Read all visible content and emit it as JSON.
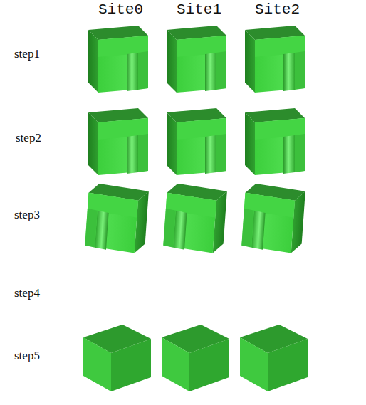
{
  "diagram": {
    "labels": [
      "Site0",
      "Site1",
      "Site2",
      "step1",
      "step2",
      "step3",
      "step4",
      "step5"
    ]
  }
}
